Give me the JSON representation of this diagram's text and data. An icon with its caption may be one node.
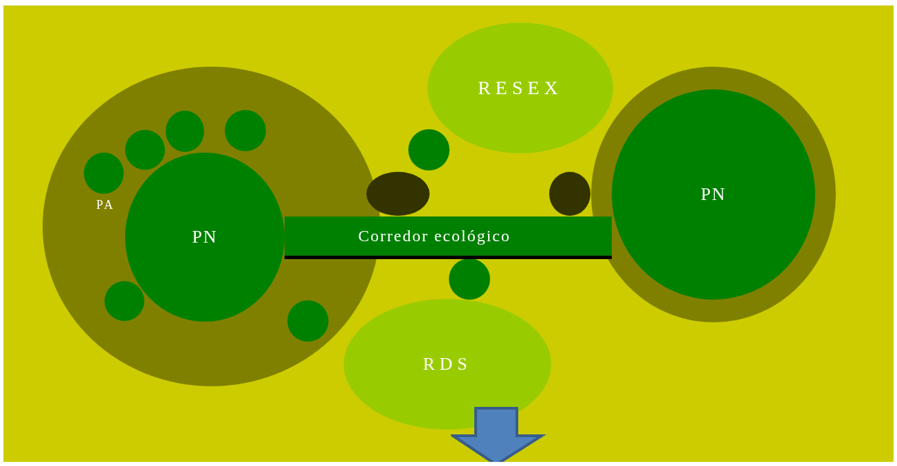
{
  "diagram": {
    "nodes": [
      {
        "text": [
          "PA"
        ]
      },
      {
        "text": [
          "PN"
        ],
        "in": 0
      },
      {
        "text": [],
        "shape": "circle",
        "in": 0
      },
      {
        "text": [],
        "shape": "circle",
        "in": 0
      },
      {
        "text": [],
        "shape": "circle",
        "in": 0
      },
      {
        "text": [],
        "shape": "circle",
        "in": 0
      },
      {
        "text": [],
        "shape": "circle",
        "in": 0
      },
      {
        "text": [],
        "shape": "circle",
        "in": 0
      },
      {
        "text": [
          "RESEX"
        ]
      },
      {
        "text": [],
        "shape": "circle"
      },
      {
        "text": [],
        "shape": "circle"
      },
      {
        "text": [],
        "shape": "circle"
      },
      {
        "text": [
          "Corredor ecológico"
        ]
      },
      {
        "text": [],
        "shape": "circle"
      },
      {
        "text": [
          "PN"
        ],
        "in": 13
      },
      {
        "text": [],
        "shape": "circle"
      },
      {
        "text": [
          "RDS"
        ]
      }
    ]
  }
}
